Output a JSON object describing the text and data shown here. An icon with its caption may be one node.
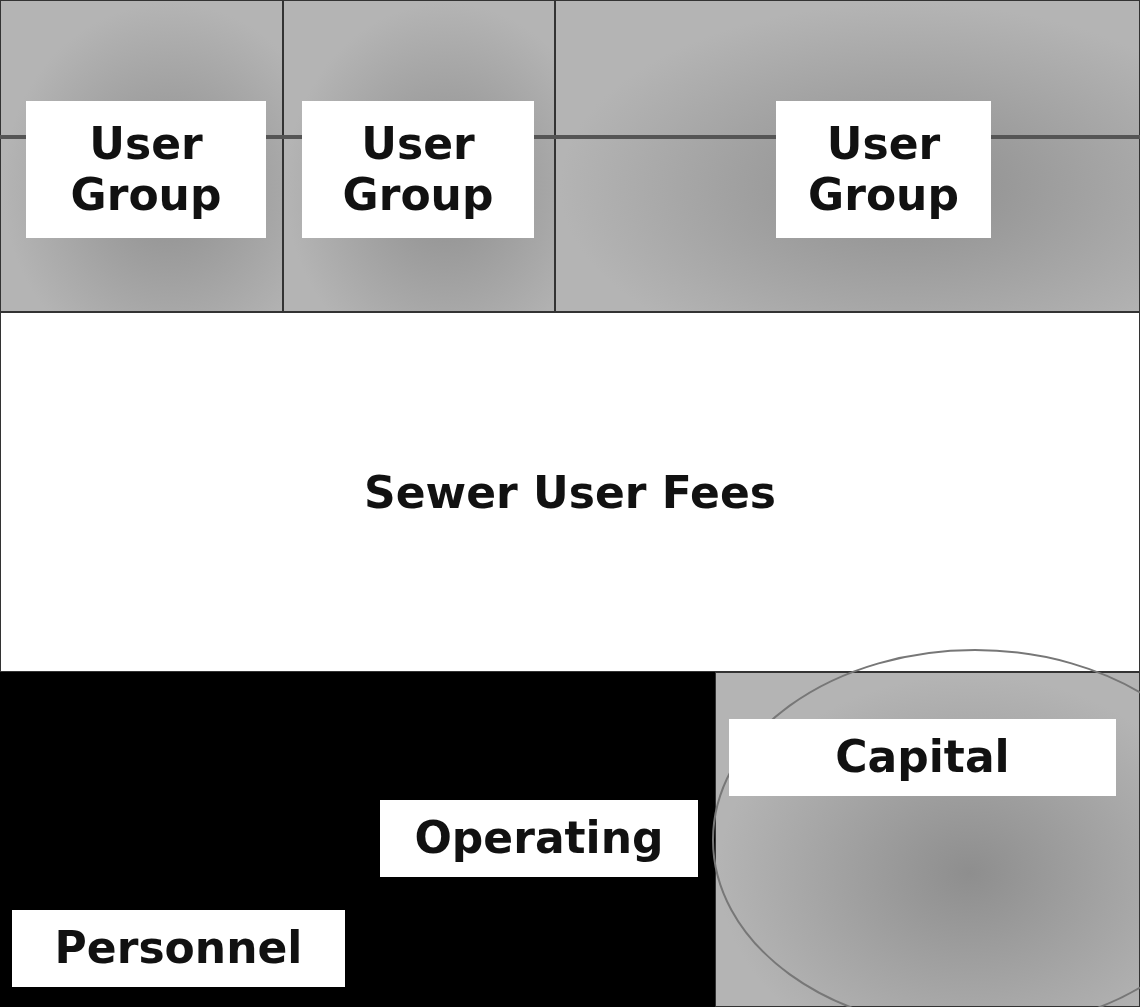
{
  "diagram": {
    "nodes": [
      {
        "text": [
          "User Group"
        ]
      },
      {
        "text": [
          "User Group"
        ]
      },
      {
        "text": [
          "User Group"
        ]
      },
      {
        "text": [
          "Sewer User Fees"
        ]
      },
      {
        "text": [],
        "shape": "box"
      },
      {
        "text": [
          "Operating"
        ],
        "in": 4
      },
      {
        "text": [
          "Personnel"
        ],
        "in": 4
      },
      {
        "text": [
          "Capital"
        ]
      }
    ]
  }
}
